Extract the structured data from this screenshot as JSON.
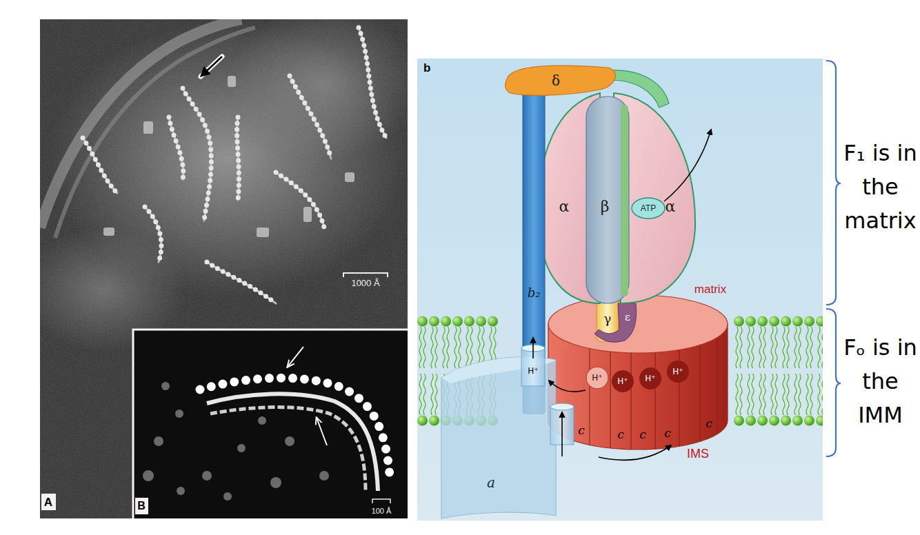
{
  "diagram": {
    "nodes": [
      {
        "text": [
          "b"
        ]
      }
    ],
    "labels": [
      "1000 Å",
      "A",
      "100 Å",
      "B",
      "δ",
      "α",
      "β",
      "ATP",
      "α",
      "b₂",
      "matrix",
      "γ",
      "ε",
      "H⁺",
      "H⁺",
      "H⁺",
      "H⁺",
      "H⁺",
      "a",
      "c",
      "c",
      "c",
      "c",
      "c",
      "IMS",
      "F₁ is in the matrix",
      "Fₒ is in the IMM"
    ]
  }
}
